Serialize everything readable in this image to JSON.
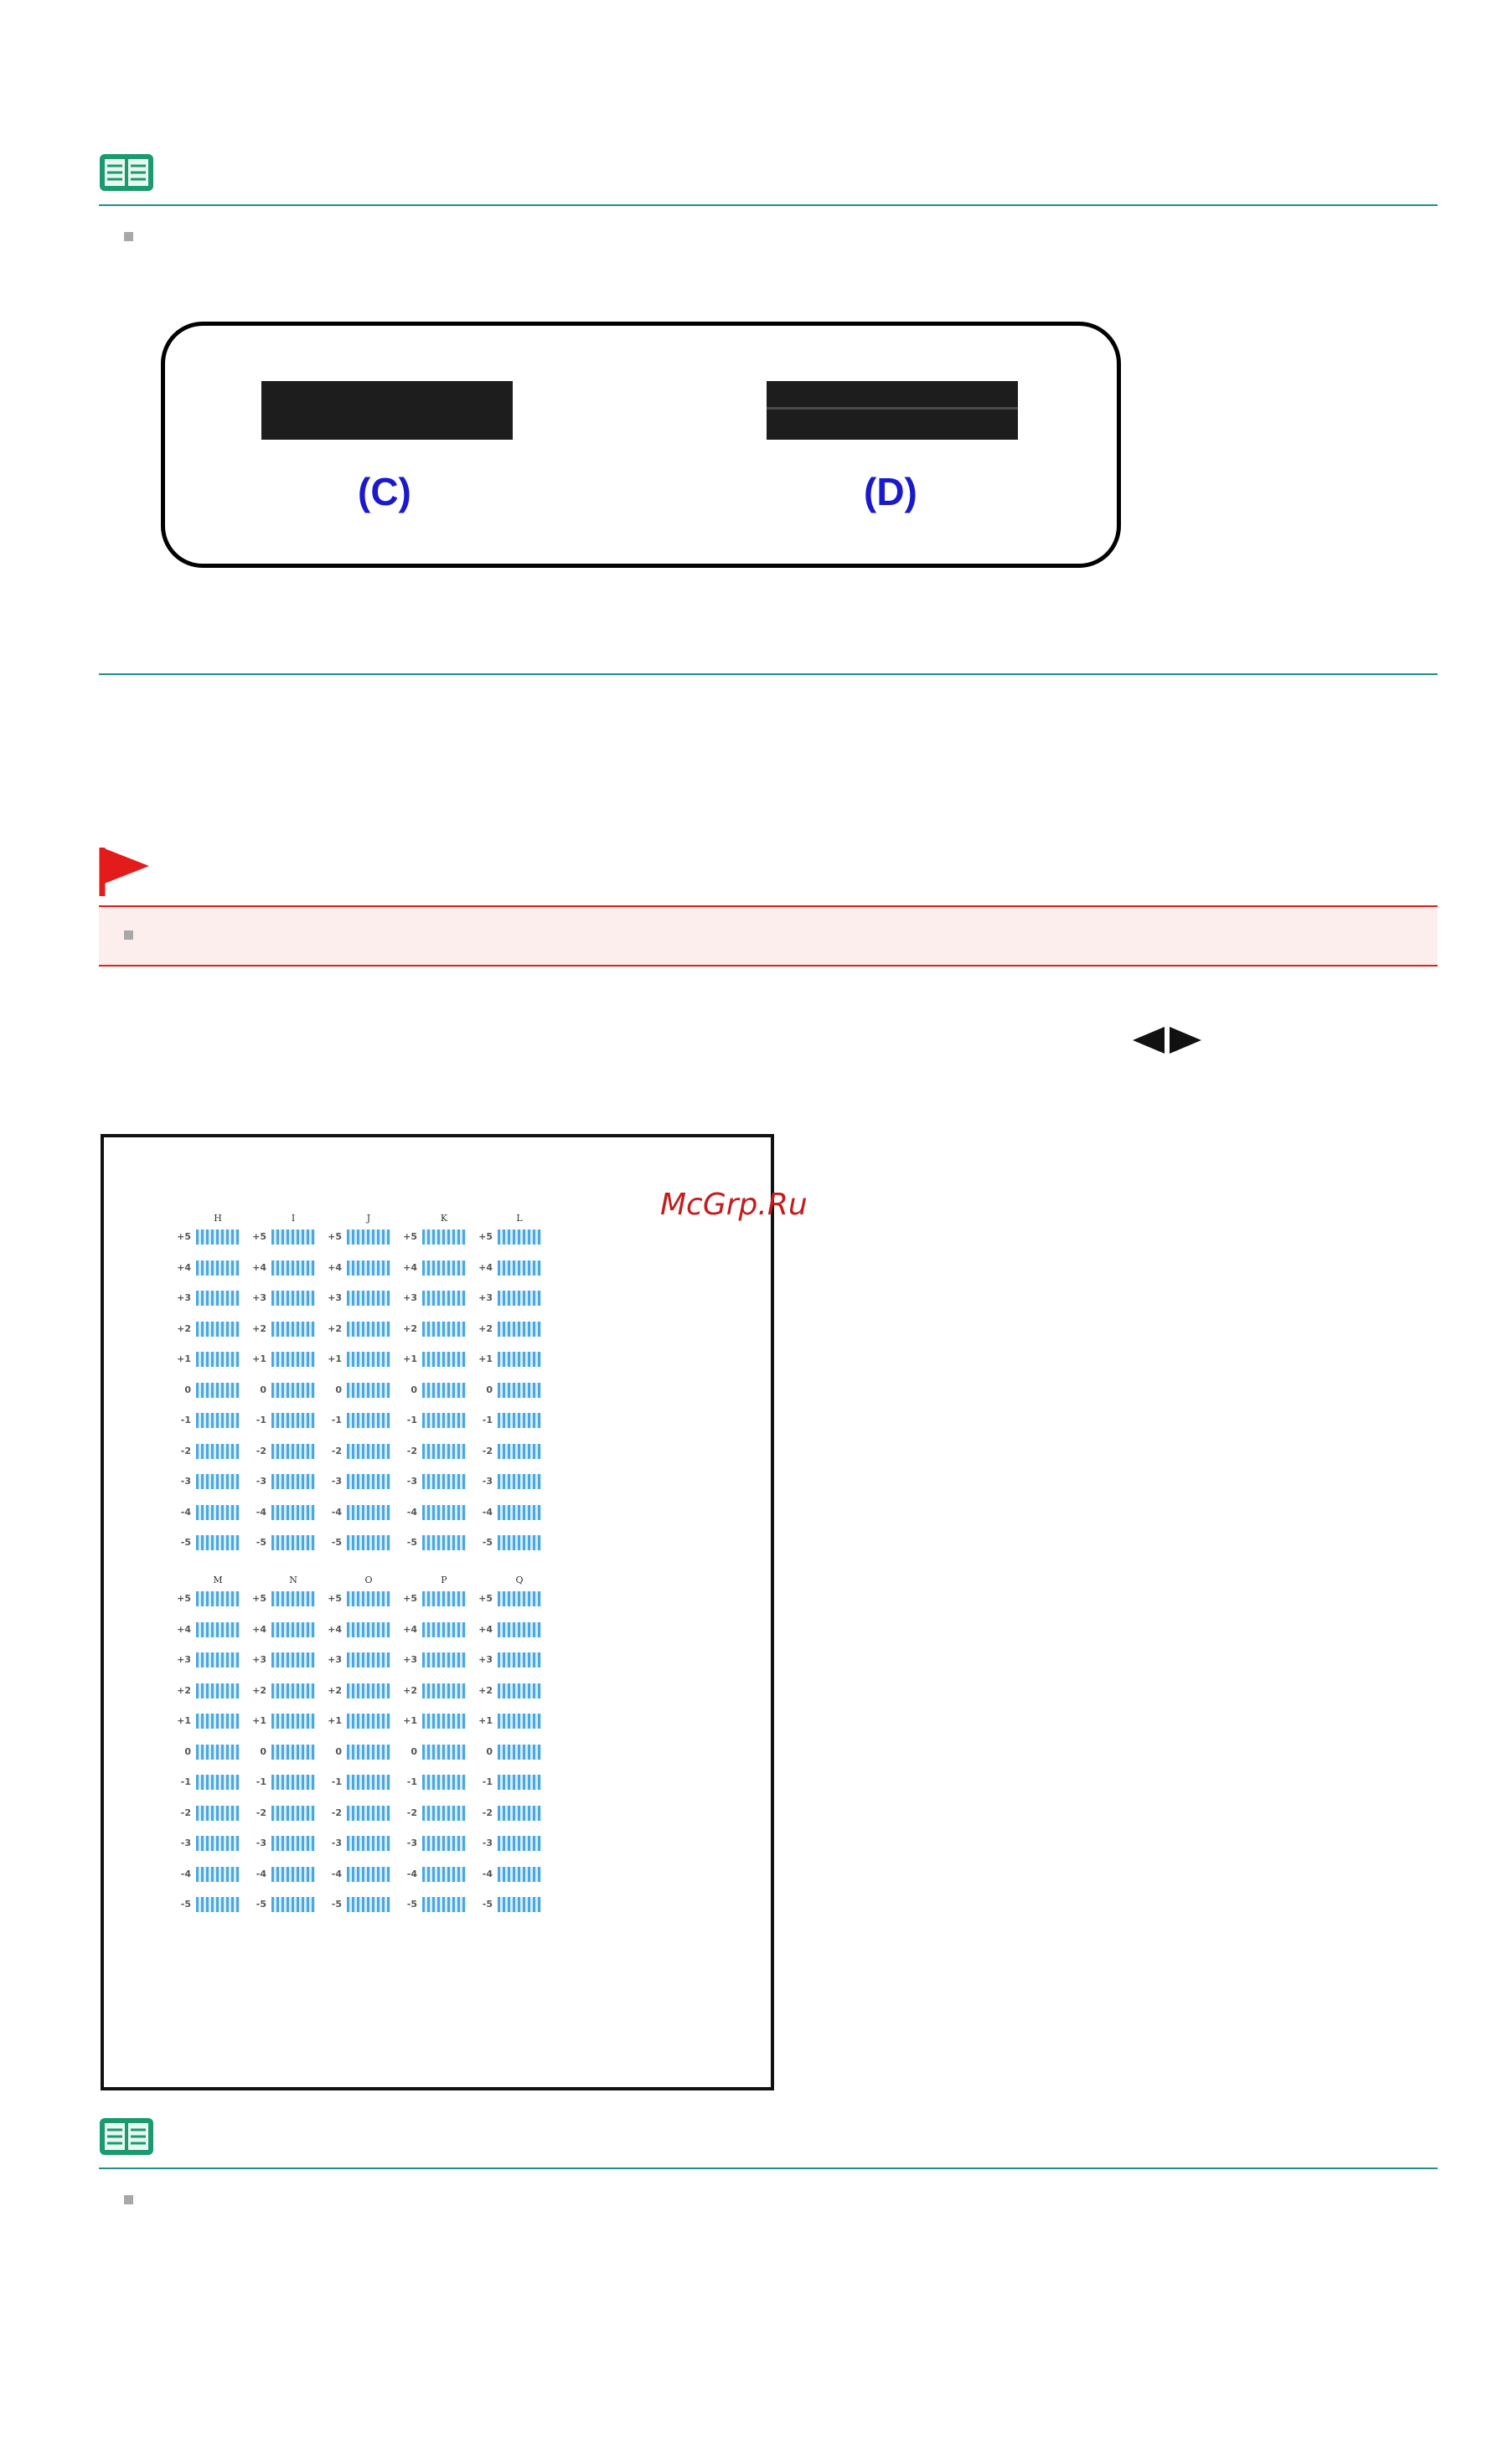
{
  "note1": {
    "icon": "note-book-icon"
  },
  "figure1": {
    "label_c": "(C)",
    "label_d": "(D)"
  },
  "caution": {
    "icon": "red-flag-icon"
  },
  "arrows": {
    "icon": "left-right-arrows-icon"
  },
  "sheet": {
    "upper": {
      "letters": [
        "H",
        "I",
        "J",
        "K",
        "L"
      ],
      "values": [
        "+5",
        "+4",
        "+3",
        "+2",
        "+1",
        "0",
        "-1",
        "-2",
        "-3",
        "-4",
        "-5"
      ]
    },
    "lower": {
      "letters": [
        "M",
        "N",
        "O",
        "P",
        "Q"
      ],
      "values": [
        "+5",
        "+4",
        "+3",
        "+2",
        "+1",
        "0",
        "-1",
        "-2",
        "-3",
        "-4",
        "-5"
      ]
    }
  },
  "watermark": "McGrp.Ru",
  "note2": {
    "icon": "note-book-icon"
  },
  "colors": {
    "teal_rule": "#1f8f8f",
    "caution_red": "#e41b1b",
    "caution_bg": "#fdeeee",
    "label_blue": "#1a1acc",
    "stripe_blue": "#49a8e0"
  }
}
